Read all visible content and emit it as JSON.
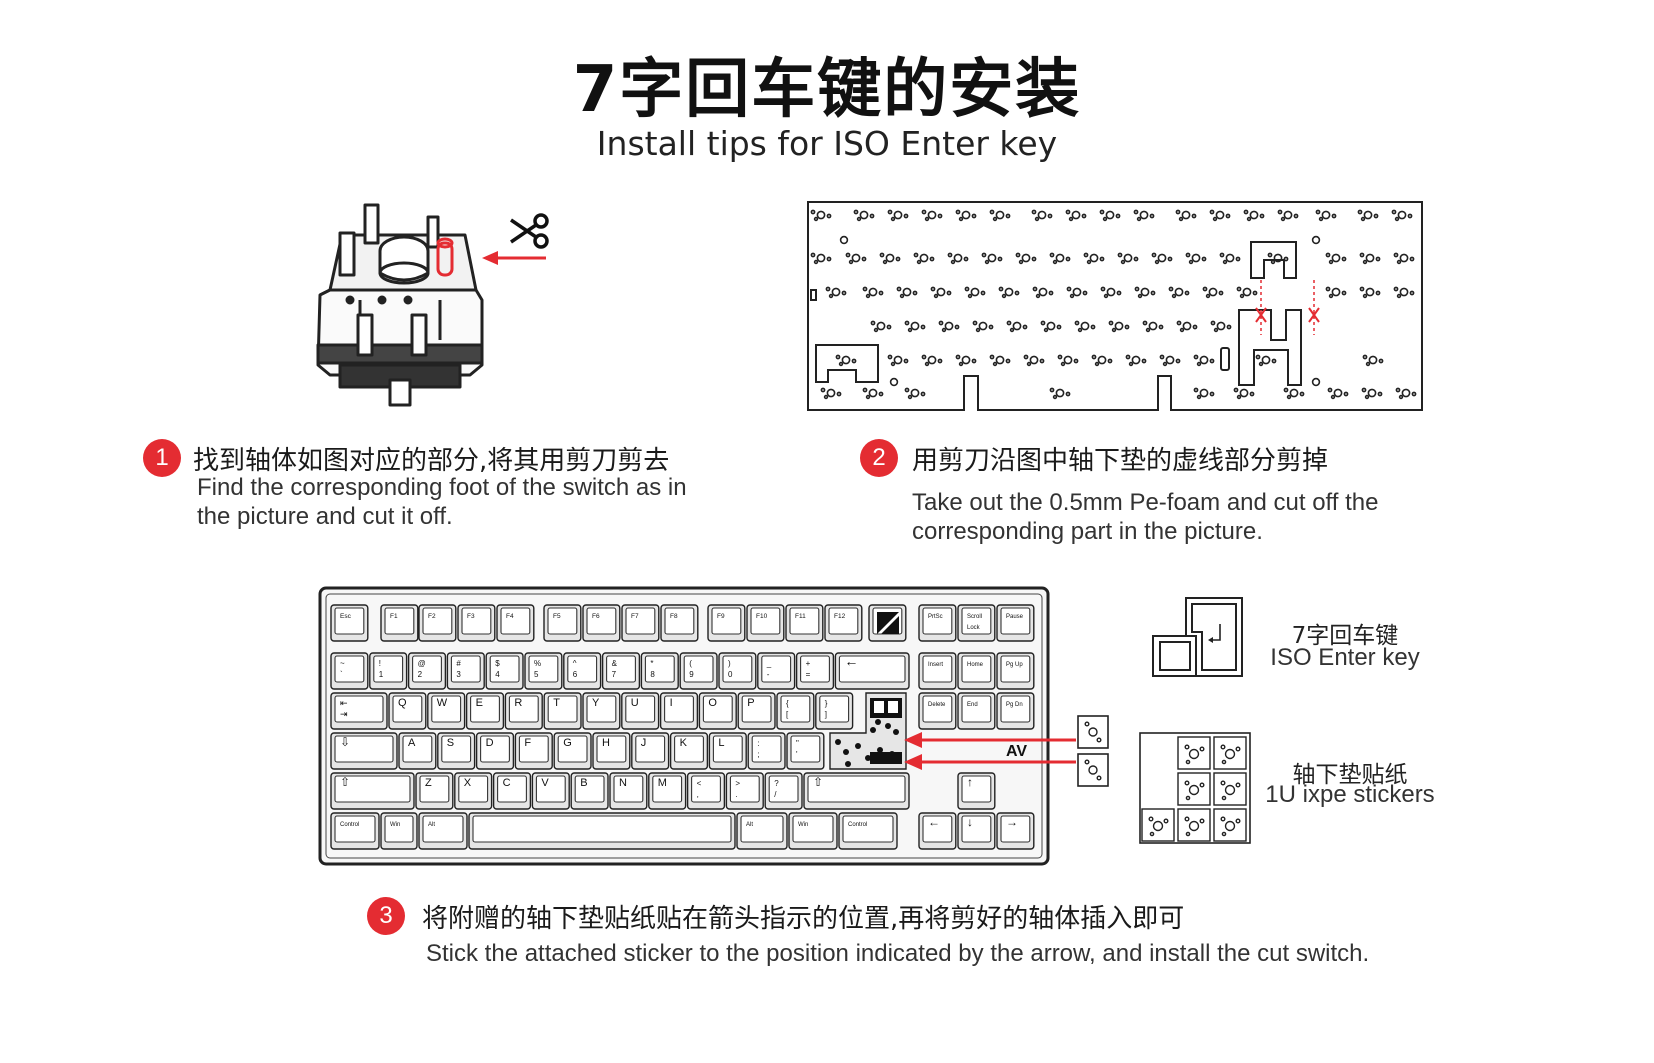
{
  "header": {
    "title_cn": "7字回车键的安装",
    "title_en": "Install tips for ISO Enter key"
  },
  "steps": [
    {
      "number": "1",
      "text_cn": "找到轴体如图对应的部分,将其用剪刀剪去",
      "text_en_line1": "Find the corresponding foot of the switch as in",
      "text_en_line2": "the picture and cut it off."
    },
    {
      "number": "2",
      "text_cn": "用剪刀沿图中轴下垫的虚线部分剪掉",
      "text_en_line1": "Take out the 0.5mm Pe-foam and cut off the",
      "text_en_line2": "corresponding part in the picture."
    },
    {
      "number": "3",
      "text_cn": "将附赠的轴下垫贴纸贴在箭头指示的位置,再将剪好的轴体插入即可",
      "text_en_line1": "Stick the attached sticker to the position indicated by the arrow, and install the cut switch."
    }
  ],
  "legend": {
    "enter_key_cn": "7字回车键",
    "enter_key_en": "ISO Enter key",
    "stickers_cn": "轴下垫贴纸",
    "stickers_en": "1U ixpe stickers"
  },
  "keyboard": {
    "fn_row": [
      "Esc",
      "F1",
      "F2",
      "F3",
      "F4",
      "F5",
      "F6",
      "F7",
      "F8",
      "F9",
      "F10",
      "F11",
      "F12"
    ],
    "nav_top": [
      "PrtSc",
      "Scroll Lock",
      "Pause"
    ],
    "nav_mid1": [
      "Insert",
      "Home",
      "Pg Up"
    ],
    "nav_mid2": [
      "Delete",
      "End",
      "Pg Dn"
    ],
    "num_row": [
      [
        "~",
        "`"
      ],
      [
        "!",
        "1"
      ],
      [
        "@",
        "2"
      ],
      [
        "#",
        "3"
      ],
      [
        "$",
        "4"
      ],
      [
        "%",
        "5"
      ],
      [
        "^",
        "6"
      ],
      [
        "&",
        "7"
      ],
      [
        "*",
        "8"
      ],
      [
        "(",
        "9"
      ],
      [
        ")",
        "0"
      ],
      [
        "_",
        "-"
      ],
      [
        "+",
        "="
      ]
    ],
    "row_q": [
      "Q",
      "W",
      "E",
      "R",
      "T",
      "Y",
      "U",
      "I",
      "O",
      "P"
    ],
    "row_q_brackets": [
      [
        "{",
        "["
      ],
      [
        "}",
        "]"
      ]
    ],
    "row_a": [
      "A",
      "S",
      "D",
      "F",
      "G",
      "H",
      "J",
      "K",
      "L"
    ],
    "row_a_punct": [
      [
        ":",
        ";"
      ],
      [
        "\"",
        "'"
      ]
    ],
    "row_z": [
      "Z",
      "X",
      "C",
      "V",
      "B",
      "N",
      "M"
    ],
    "row_z_punct": [
      [
        "<",
        ","
      ],
      [
        ">",
        "."
      ],
      [
        "?",
        "/"
      ]
    ],
    "bottom_left": [
      "Control",
      "Win",
      "Alt"
    ],
    "bottom_right": [
      "Alt",
      "Win",
      "Control"
    ],
    "brand_mark": "AV"
  },
  "colors": {
    "accent_red": "#e42c32",
    "line": "#222222"
  },
  "icons": [
    "scissors-icon",
    "arrow-left-icon"
  ]
}
